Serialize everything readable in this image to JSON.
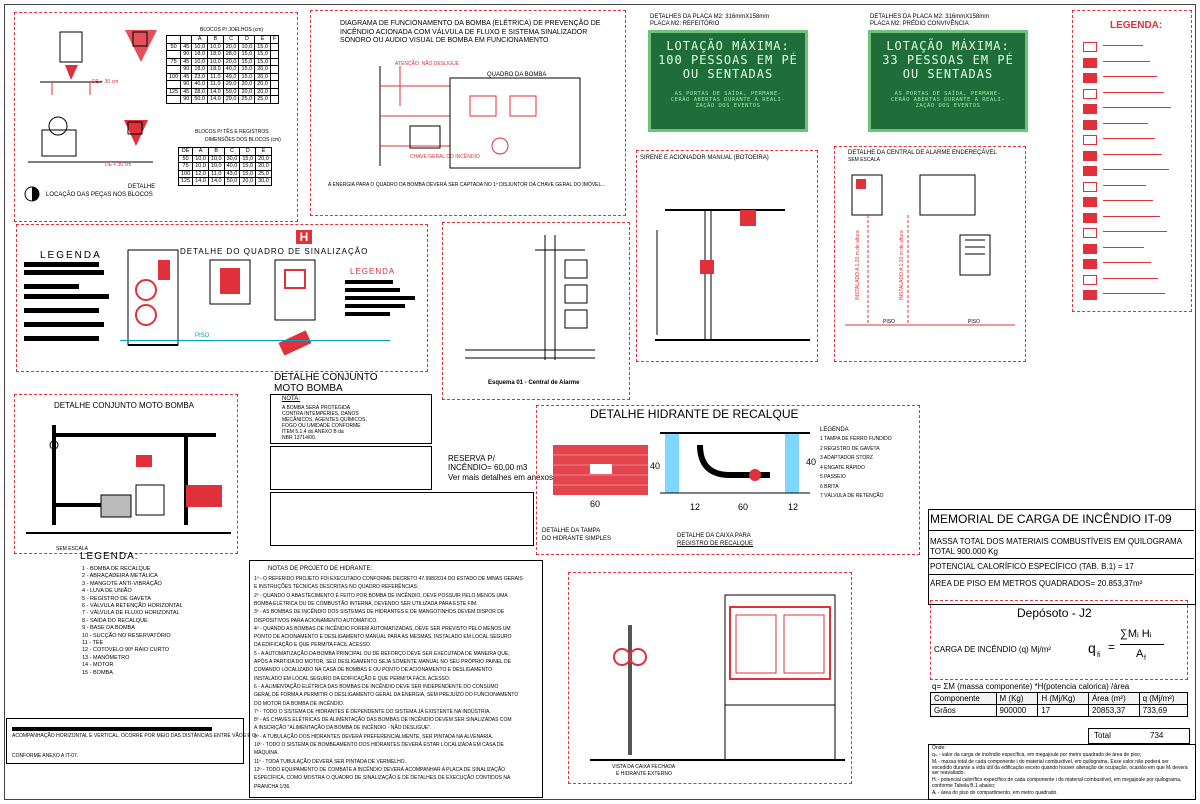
{
  "blocks_title": "BLOCOS P/ JOELHOS (cm)",
  "blocks_rows": [
    [
      "",
      "",
      "A",
      "B",
      "C",
      "D",
      "E",
      "F"
    ],
    [
      "50",
      "45",
      "10,0",
      "10,0",
      "20,0",
      "10,0",
      "15,0",
      ""
    ],
    [
      "",
      "90",
      "18,0",
      "18,0",
      "28,0",
      "15,0",
      "15,0",
      ""
    ],
    [
      "75",
      "45",
      "10,0",
      "10,0",
      "20,0",
      "15,0",
      "15,0",
      ""
    ],
    [
      "",
      "90",
      "18,0",
      "18,0",
      "40,0",
      "15,0",
      "20,0",
      ""
    ],
    [
      "100",
      "45",
      "23,0",
      "11,0",
      "49,0",
      "15,0",
      "20,0",
      ""
    ],
    [
      "",
      "90",
      "40,0",
      "11,0",
      "29,0",
      "20,0",
      "20,0",
      ""
    ],
    [
      "125",
      "45",
      "28,0",
      "14,0",
      "59,0",
      "20,0",
      "20,0",
      ""
    ],
    [
      "",
      "90",
      "50,0",
      "14,0",
      "29,0",
      "25,0",
      "25,0",
      ""
    ]
  ],
  "tees_title": "BLOCOS P/ TÊS E REGISTROS",
  "tees_subtitle": "DIMENSÕES DOS BLOCOS (cm)",
  "tees_rows": [
    [
      "DE",
      "A",
      "B",
      "C",
      "D",
      "E"
    ],
    [
      "50",
      "10,0",
      "10,0",
      "30,0",
      "15,0",
      "20,0"
    ],
    [
      "75",
      "10,0",
      "10,0",
      "40,0",
      "15,0",
      "20,0"
    ],
    [
      "100",
      "12,0",
      "11,0",
      "43,0",
      "15,0",
      "25,0"
    ],
    [
      "125",
      "14,0",
      "14,0",
      "50,0",
      "20,0",
      "30,0"
    ]
  ],
  "de_label_1": "DE + 30 cm",
  "de_label_2": "DE + 30 cm",
  "detalhe_pecas": "DETALHE",
  "detalhe_pecas_2": "LOCAÇÃO DAS PEÇAS NOS BLOCOS",
  "diagram_title": "DIAGRAMA DE FUNCIONAMENTO DA BOMBA (ELÉTRICA) DE PREVENÇÃO DE INCÊNDIO ACIONADA COM VÁLVULA DE FLUXO E SISTEMA SINALIZADOR SONORO OU AUDIO VISUAL DE BOMBA EM FUNCIONAMENTO",
  "quadro_bomba": "QUADRO DA BOMBA",
  "diagram_note": "A ENERGIA PARA O QUADRO DA BOMBA DEVERÁ SER CAPTADA NO 1º DISJUNTOR DA CHAVE GERAL DO IMÓVEL...",
  "placa_m2_a_title": "DETALHES DA PLACA M2: 316mmX158mm",
  "placa_m2_a_sub": "PLACA M2: REFEITÓRIO",
  "placa_m2_b_title": "DETALHES DA PLACA M2: 316mmX158mm",
  "placa_m2_b_sub": "PLACA M2: PRÉDIO CONVIVÊNCIA",
  "sign_a_l1": "LOTAÇÃO MÁXIMA:",
  "sign_a_l2": "100 PESSOAS EM PÉ",
  "sign_a_l3": "OU SENTADAS",
  "sign_a_s1": "AS PORTAS DE SAÍDA, PERMANE-",
  "sign_a_s2": "CERÃO ABERTAS DURANTE A REALI-",
  "sign_a_s3": "ZAÇÃO DOS EVENTOS",
  "sign_b_l1": "LOTAÇÃO MÁXIMA:",
  "sign_b_l2": "33 PESSOAS EM PÉ",
  "sign_b_l3": "OU SENTADAS",
  "sign_b_s1": "AS PORTAS DE SAÍDA, PERMANE-",
  "sign_b_s2": "CERÃO ABERTAS DURANTE A REALI-",
  "sign_b_s3": "ZAÇÃO DOS EVENTOS",
  "legend_right_title": "LEGENDA:",
  "sirene_title": "SIRENE E ACIONADOR MANUAL (BOTOEIRA)",
  "alarme_title": "DETALHE DA CENTRAL DE ALARME ENDEREÇÁVEL",
  "alarme_sub": "SEM ESCALA",
  "piso_a": "PISO",
  "piso_b": "PISO",
  "altura_a": "INSTALADO A 1,20 m de altura",
  "altura_b": "INSTALADO A 1,20 m de altura",
  "legenda_left": "LEGENDA",
  "quadro_sinal": "DETALHE DO QUADRO DE SINALIZAÇÃO",
  "legenda_mid": "LEGENDA",
  "piso_mid": "PISO",
  "esquema": "Esquema 01 - Central de Alarme",
  "conj_moto_title_1": "DETALHE CONJUNTO",
  "conj_moto_title_2": "MOTO BOMBA",
  "nota_title": "NOTA:",
  "nota_1": "A BOMBA SERÁ PROTEGIDA",
  "nota_2": "CONTRA INTEMPÉRIES, DANOS",
  "nota_3": "MECÂNICOS, AGENTES QUÍMICOS,",
  "nota_4": "FOGO OU UMIDADE CONFORME",
  "nota_5": "ITEM 5.1.4 do ANEXO B da",
  "nota_6": "NBR 13714/00.",
  "reserva_1": "RESERVA P/",
  "reserva_2": "INCÊNDIO= 60,00 m3",
  "reserva_3": "Ver mais detalhes em anexos",
  "moto_bomba_left": "DETALHE CONJUNTO MOTO BOMBA",
  "semiescala": "SEM ESCALA",
  "legenda_pump_title": "LEGENDA:",
  "legenda_pump": [
    "1 - BOMBA DE RECALQUE",
    "2 - ABRAÇADEIRA METÁLICA",
    "3 - MANGOTE ANTI-VIBRAÇÃO",
    "4 - LUVA DE UNIÃO",
    "5 - REGISTRO DE GAVETA",
    "6 - VÁLVULA RETENÇÃO HORIZONTAL",
    "7 - VÁLVULA DE FLUXO HORIZONTAL",
    "8 - SAÍDA DO RECALQUE",
    "9 - BASE DA BOMBA",
    "10 - SUCÇÃO NO RESERVATÓRIO",
    "11 - TEE",
    "12 - COTOVELO 90º RAIO CURTO",
    "13 - MANÔMETRO",
    "14 - MOTOR",
    "15 - BOMBA"
  ],
  "notas_title": "NOTAS DE PROJETO DE HIDRANTE:",
  "notas": [
    "1º - O REFERIDO PROJETO FOI EXECUTADO CONFORME DECRETO 47.998/2014 DO ESTADO DE MINAS GERAIS",
    "E INSTRUÇÕES TÉCNICAS DESCRITAS NO QUADRO REFERÊNCIAS:",
    "2º - QUANDO O ABASTECIMENTO É FEITO POR BOMBA DE INCÊNDIO, DEVE POSSUIR PELO MENOS UMA",
    "BOMBA ELÉTRICA OU DE COMBUSTÃO INTERNA, DEVENDO SER UTILIZADA PARA ESTE FIM.",
    "3º - AS BOMBAS DE INCÊNDIO DOS SISTEMAS DE HIDRANTES E DE MANGOTINHOS DEVEM DISPOR DE",
    "DISPOSITIVOS PARA ACIONAMENTO AUTOMÁTICO.",
    "4º - QUANDO AS BOMBAS DE INCÊNDIO FOREM AUTOMATIZADAS, DEVE SER PREVISTO PELO MENOS UM",
    "PONTO DE ACIONAMENTO E DESLIGAMENTO MANUAL PARA AS MESMAS, INSTALADO EM LOCAL SEGURO",
    "DA EDIFICAÇÃO E QUE PERMITA FÁCIL ACESSO.",
    "5 - A AUTOMATIZAÇÃO DA BOMBA PRINCIPAL OU DE REFORÇO DEVE SER EXECUTADA DE MANEIRA QUE,",
    "APÓS A PARTIDA DO MOTOR, SEU DESLIGAMENTO SEJA SOMENTE MANUAL NO SEU PRÓPRIO PAINEL DE",
    "COMANDO LOCALIZADO NA CASA DE BOMBAS E OU PONTO DE ACIONAMENTO E DESLIGAMENTO",
    "INSTALADO EM LOCAL SEGURO DA EDIFICAÇÃO E QUE PERMITA FÁCIL ACESSO.",
    "6 - A ALIMENTAÇÃO ELÉTRICA DAS BOMBAS DE INCÊNDIO DEVE SER INDEPENDENTE DO CONSUMO",
    "GERAL DE FORMA A PERMITIR O DESLIGAMENTO GERAL DA ENERGIA, SEM PREJUÍZO DO FUNCIONAMENTO",
    "DO MOTOR DA BOMBA DE INCÊNDIO.",
    "7º - TODO O SISTEMA DE HIDRANTES É DEPENDENTE DO SISTEMA JÁ EXISTENTE NA INDÚSTRIA.",
    "8º - AS CHAVES ELÉTRICAS DE ALIMENTAÇÃO DAS BOMBAS DE INCÊNDIO DEVEM SER SINALIZADAS COM",
    "A INSCRIÇÃO \"ALIMENTAÇÃO DA BOMBA DE INCÊNDIO - NÃO DESLIGUE\".",
    "9º - A TUBULAÇÃO DOS HIDRANTES DEVERÁ PREFERENCIALMENTE, SER PINTADA NA ALVENARIA.",
    "10º - TODO O SISTEMA DE BOMBEAMENTO DOS HIDRANTES DEVERÁ ESTAR LOCALIZADA EM CASA DE",
    "MÁQUINA.",
    "11º - TODA TUBULAÇÃO DEVERÁ SER PINTADA DE VERMELHO.",
    "12º - TODO EQUIPAMENTO DE COMBATE A INCÊNDIO DEVERÁ ACOMPANHAR A PLACA DE SINALIZAÇÃO",
    "ESPECÍFICA, COMO MOSTRA O QUADRO DE SINALIZAÇÃO E DE DETALHES DE EXECUÇÃO CONTIDOS NA",
    "PRANCHA 1/36."
  ],
  "hidrante_title": "DETALHE HIDRANTE DE RECALQUE",
  "hidrante_legenda": "LEGENDA",
  "hid_leg": [
    "1 TAMPA DE FERRO FUNDIDO",
    "2 REGISTRO DE GAVETA",
    "3 ADAPTADOR STORZ",
    "4 ENGATE RÁPIDO",
    "5 PASSEIO",
    "6 BRITA",
    "7 VÁLVULA DE RETENÇÃO"
  ],
  "dim_60a": "60",
  "dim_40a": "40",
  "dim_12a": "12",
  "dim_60b": "60",
  "dim_12b": "12",
  "dim_40b": "40",
  "tampa_caption_1": "DETALHE DA TAMPA",
  "tampa_caption_2": "DO HIDRANTE SIMPLES",
  "caixa_caption_1": "DETALHE DA CAIXA PARA",
  "caixa_caption_2": "REGISTRO DE RECALQUE",
  "vista_caixa_1": "VISTA DA CAIXA FECHADA",
  "vista_caixa_2": "E HIDRANTE EXTERNO",
  "memo_title": "MEMORIAL DE CARGA DE INCÊNDIO IT-09",
  "memo_l1": "MASSA TOTAL DOS MATERIAIS COMBUSTÍVEIS EM QUILOGRAMA",
  "memo_l2": "TOTAL 900.000 Kg",
  "memo_l3": "POTENCIAL CALORÍFICO ESPECÍFICO (TAB. B.1) = 17",
  "memo_l4": "ÁREA DE PISO EM METROS QUADRADOS= 20.853,37m²",
  "deposito": "Depósoto - J2",
  "carga_label": "CARGA DE INCÊNDIO (q) Mj/m²",
  "formula_q": "q",
  "formula_sub": "fi",
  "formula_eq": "=",
  "formula_num": "∑Mᵢ Hᵢ",
  "formula_den": "A",
  "formula_den_sub": "f",
  "q_def": "q= ΣM (massa componente) *H(potencia calorica) /área",
  "table_head": [
    "Componente",
    "M (Kg)",
    "H (Mj/Kg)",
    "Área (m²)",
    "q (Mj/m²)"
  ],
  "table_row": [
    "Grãos",
    "900000",
    "17",
    "20853,37",
    "733,69"
  ],
  "total_label": "Total",
  "total_value": "734",
  "onde": "Onde:",
  "onde_1": "qₛᵢ - valor da carga de incêndio específica, em megajoule por metro quadrado de área de piso;",
  "onde_2": "Mᵢ - massa total de cada componente i do material combustível, em quilograma. Esse valor não poderá ser excedido durante a vida útil da edificação exceto quando houver alteração de ocupação, ocasião em que Mᵢ deverá ser reavaliado;",
  "onde_3": "Hᵢ - potencial calorífico específico de cada componente i do material combustível, em megajoule por quilograma, conforme Tabela B.1 abaixo;",
  "onde_4": "Aᵣ - área do piso do compartimento, em metro quadrado.",
  "acomp_1": "ACOMPANHAÇÃO HORIZONTAL E VERTICAL, OCORRE POR MEIO DAS DISTÂNCIAS ENTRE VÃOS E O",
  "acomp_2": "CONFORME ANEXO A IT-07.",
  "colors": {
    "red": "#e0303a",
    "green_sign": "#1f6e3a",
    "green_border": "#6fc27a"
  }
}
